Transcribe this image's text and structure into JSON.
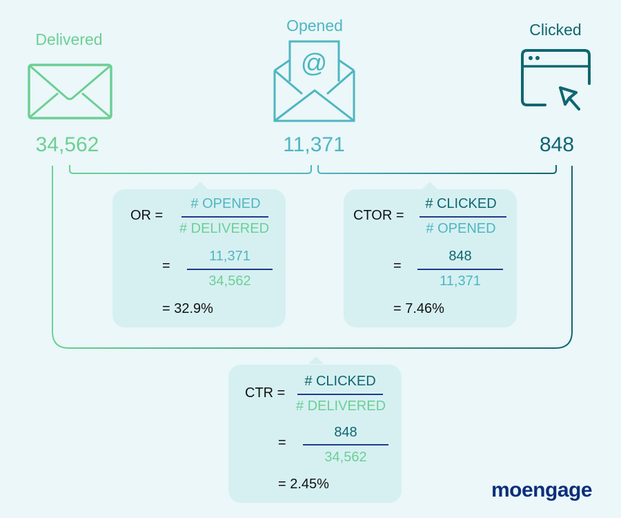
{
  "stages": [
    {
      "label": "Delivered",
      "value": "34,562",
      "icon": "envelope-icon",
      "color": "#6ccf94"
    },
    {
      "label": "Opened",
      "value": "11,371",
      "icon": "open-envelope-at-icon",
      "color": "#4fb6c0"
    },
    {
      "label": "Clicked",
      "value": "848",
      "icon": "browser-cursor-icon",
      "color": "#0f6670"
    }
  ],
  "formulas": {
    "or": {
      "label": "OR =",
      "num_text": "# OPENED",
      "den_text": "# DELIVERED",
      "eq": "=",
      "num_value": "11,371",
      "den_value": "34,562",
      "result": "= 32.9%"
    },
    "ctor": {
      "label": "CTOR =",
      "num_text": "# CLICKED",
      "den_text": "# OPENED",
      "eq": "=",
      "num_value": "848",
      "den_value": "11,371",
      "result": "= 7.46%"
    },
    "ctr": {
      "label": "CTR =",
      "num_text": "# CLICKED",
      "den_text": "# DELIVERED",
      "eq": "=",
      "num_value": "848",
      "den_value": "34,562",
      "result": "= 2.45%"
    }
  },
  "logo": {
    "text": "moengage"
  },
  "colors": {
    "background": "#ebf7f9",
    "box": "#d6f0f2",
    "green": "#6ccf94",
    "teal": "#4fb6c0",
    "dark_teal": "#0f6670",
    "fraction_line": "#1f3b8a",
    "logo": "#0c2f7a"
  }
}
